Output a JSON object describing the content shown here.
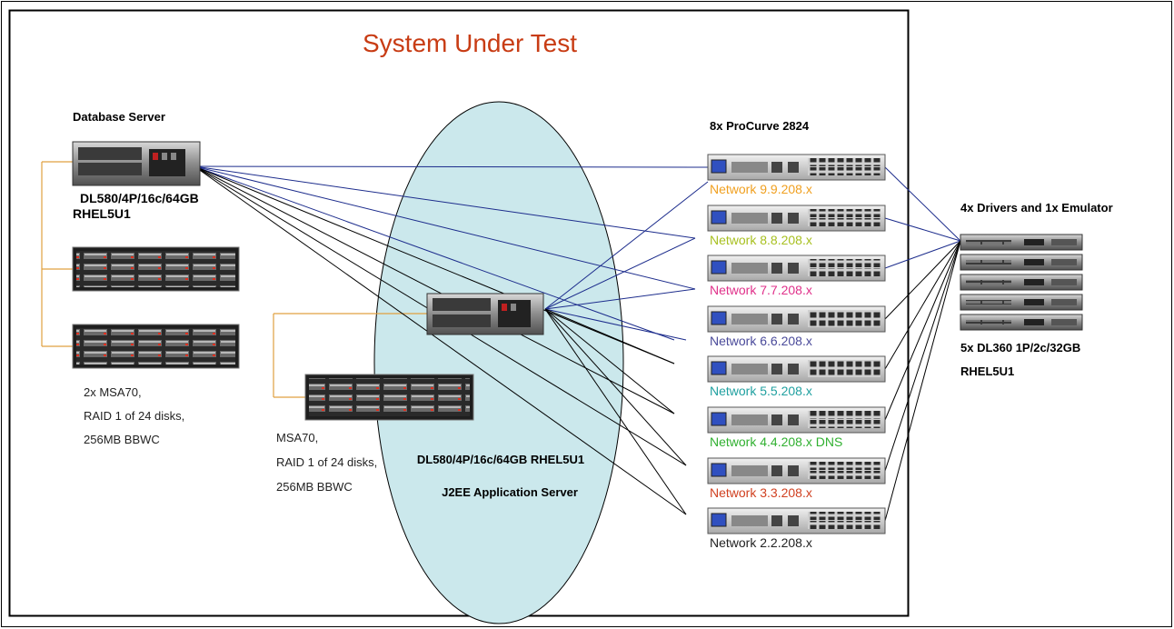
{
  "title": "System Under Test",
  "db": {
    "heading": "Database Server",
    "model": "DL580/4P/16c/64GB",
    "os": "RHEL5U1",
    "storage": [
      "2x MSA70,",
      "RAID 1 of 24 disks,",
      "256MB BBWC"
    ]
  },
  "app": {
    "storage": [
      "MSA70,",
      "RAID 1 of 24 disks,",
      "256MB BBWC"
    ],
    "model": "DL580/4P/16c/64GB RHEL5U1",
    "role": "J2EE Application Server"
  },
  "switches": {
    "heading": "8x ProCurve 2824",
    "items": [
      {
        "label": "Network 9.9.208.x",
        "color": "#f0a020"
      },
      {
        "label": "Network 8.8.208.x",
        "color": "#a8c020"
      },
      {
        "label": "Network 7.7.208.x",
        "color": "#e0308a"
      },
      {
        "label": "Network 6.6.208.x",
        "color": "#4a4a9a"
      },
      {
        "label": "Network 5.5.208.x",
        "color": "#20a0a0"
      },
      {
        "label": "Network 4.4.208.x DNS",
        "color": "#30b030"
      },
      {
        "label": "Network 3.3.208.x",
        "color": "#d04020"
      },
      {
        "label": "Network 2.2.208.x",
        "color": "#222222"
      }
    ]
  },
  "drivers": {
    "heading": "4x Drivers and 1x Emulator",
    "model": "5x DL360 1P/2c/32GB",
    "os": "RHEL5U1"
  },
  "colors": {
    "title": "#c83c14",
    "ellipse": "#cbe8ec",
    "db_link": "#1c2c8c",
    "storage_link": "#e0a040"
  }
}
